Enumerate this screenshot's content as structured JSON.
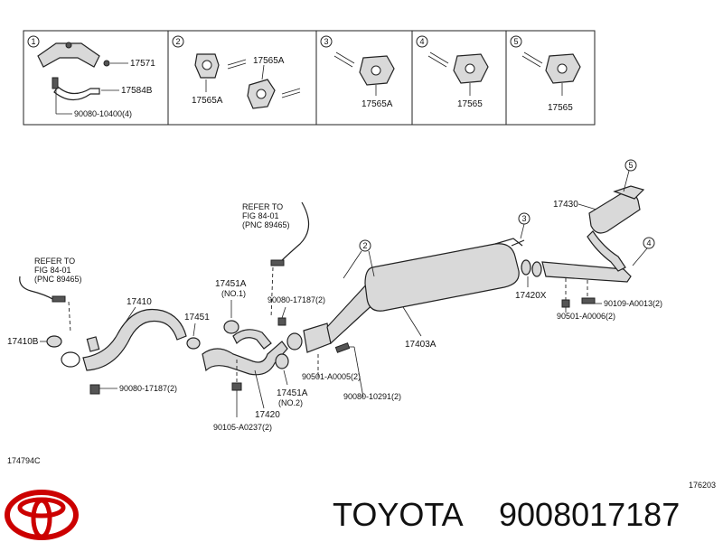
{
  "insets": [
    {
      "num": "1",
      "labels": [
        "17571",
        "17584B",
        "90080-10400(4)"
      ]
    },
    {
      "num": "2",
      "labels": [
        "17565A",
        "17565A"
      ]
    },
    {
      "num": "3",
      "labels": [
        "17565A"
      ]
    },
    {
      "num": "4",
      "labels": [
        "17565"
      ]
    },
    {
      "num": "5",
      "labels": [
        "17565"
      ]
    }
  ],
  "main": {
    "refer_left": [
      "REFER TO",
      "FIG 84-01",
      "(PNC 89465)"
    ],
    "refer_mid": [
      "REFER TO",
      "FIG 84-01",
      "(PNC 89465)"
    ],
    "parts": {
      "p17410": "17410",
      "p17410b": "17410B",
      "p17451": "17451",
      "p17451a_no1": "17451A",
      "no1": "(NO.1)",
      "p90080_17187_top": "90080-17187(2)",
      "p90080_17187_bot": "90080-17187(2)",
      "p17451a_no2": "17451A",
      "no2": "(NO.2)",
      "p17420": "17420",
      "p90105": "90105-A0237(2)",
      "p90501a5": "90501-A0005(2)",
      "p90080_10291": "90080-10291(2)",
      "p17403a": "17403A",
      "p17420x": "17420X",
      "p17430": "17430",
      "p90109": "90109-A0013(2)",
      "p90501a6": "90501-A0006(2)"
    },
    "callouts": [
      "2",
      "3",
      "4",
      "5"
    ]
  },
  "footer": {
    "left_code": "174794C",
    "right_code": "176203",
    "brand": "TOYOTA",
    "part_number": "9008017187"
  },
  "colors": {
    "line": "#222222",
    "brand_red": "#cc0000"
  },
  "icons": [
    "toyota-logo-icon"
  ]
}
